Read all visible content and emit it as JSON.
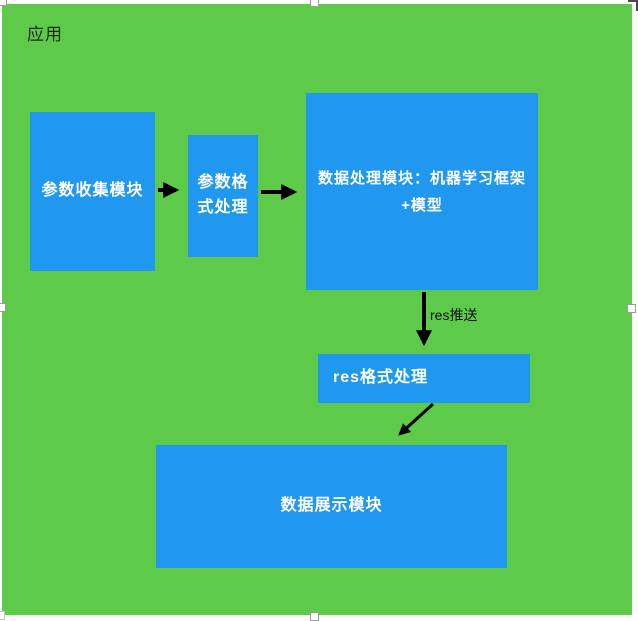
{
  "canvas": {
    "title": "应用"
  },
  "colors": {
    "page_bg": "#ffffff",
    "canvas_green": "#5dcb49",
    "node_blue": "#2098f0",
    "node_text": "#ffffff",
    "title_text": "#1f291c",
    "arrow": "#000000",
    "edge_label_text": "#111111"
  },
  "diagram": {
    "type": "flowchart",
    "nodes": [
      {
        "id": "param-collect",
        "label": "参数收集模块"
      },
      {
        "id": "param-format",
        "label": "参数格式处理"
      },
      {
        "id": "data-process",
        "label": "数据处理模块：机器学习框架+模型"
      },
      {
        "id": "res-format",
        "label": "res格式处理"
      },
      {
        "id": "data-display",
        "label": "数据展示模块"
      }
    ],
    "edges": [
      {
        "from": "param-collect",
        "to": "param-format",
        "label": ""
      },
      {
        "from": "param-format",
        "to": "data-process",
        "label": ""
      },
      {
        "from": "data-process",
        "to": "res-format",
        "label": "res推送"
      },
      {
        "from": "res-format",
        "to": "data-display",
        "label": ""
      }
    ]
  }
}
